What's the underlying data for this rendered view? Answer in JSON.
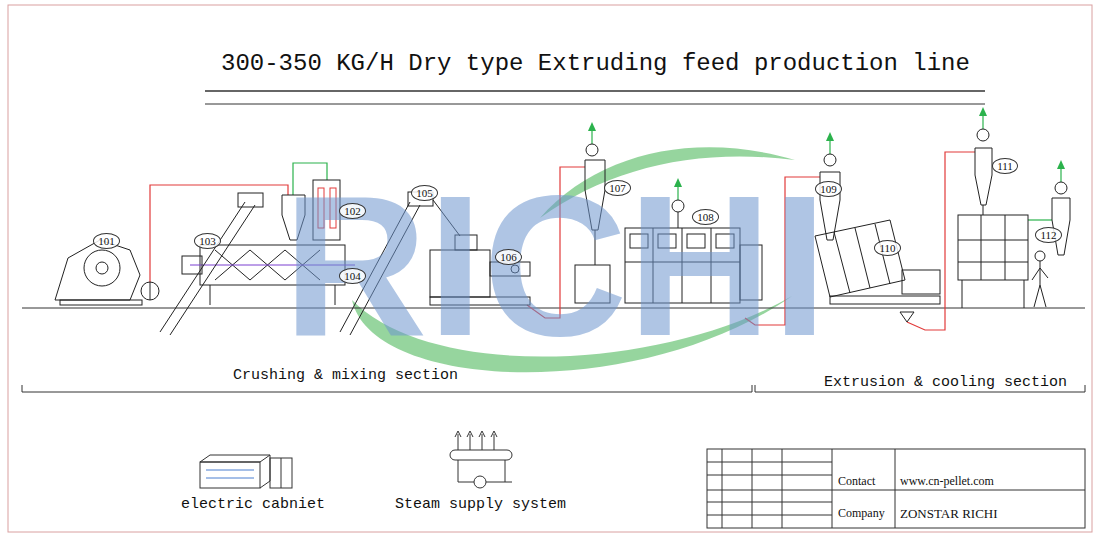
{
  "diagram": {
    "title": "300-350 KG/H Dry type Extruding feed production line",
    "nodes": [
      {
        "text": [
          "101"
        ]
      },
      {
        "text": [
          "102"
        ]
      },
      {
        "text": [
          "103"
        ]
      },
      {
        "text": [
          "104"
        ]
      },
      {
        "text": [
          "105"
        ]
      },
      {
        "text": [
          "106"
        ]
      },
      {
        "text": [
          "107"
        ]
      },
      {
        "text": [
          "108"
        ]
      },
      {
        "text": [
          "109"
        ]
      },
      {
        "text": [
          "110"
        ]
      },
      {
        "text": [
          "111"
        ]
      },
      {
        "text": [
          "112"
        ]
      }
    ],
    "labels": [
      "Crushing & mixing section",
      "Extrusion & cooling section",
      "Contact",
      "www.cn-pellet.com",
      "Company",
      "ZONSTAR RICHI",
      "RICHI"
    ],
    "legend": [
      {
        "text": "electric cabniet"
      },
      {
        "text": "Steam supply system"
      }
    ]
  }
}
